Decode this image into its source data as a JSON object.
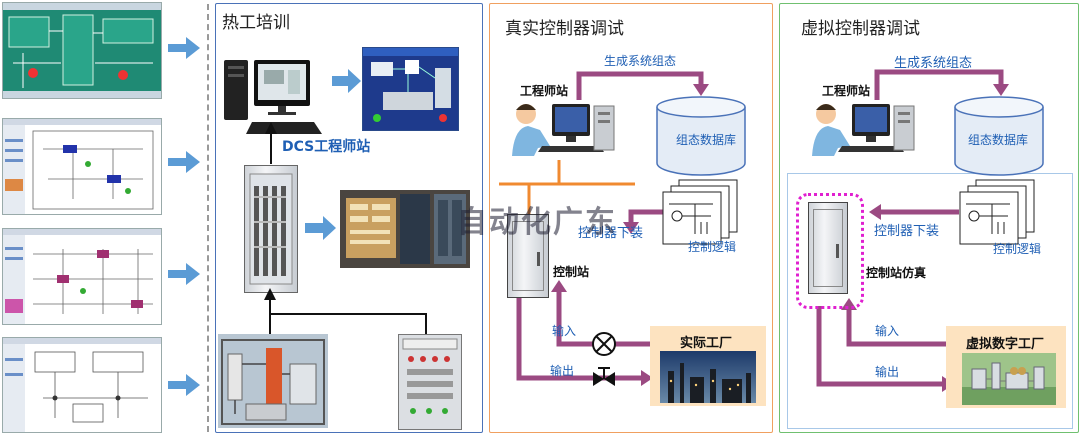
{
  "left_panel": {
    "title": "热工培训",
    "dcs_label": "DCS工程师站"
  },
  "middle_panel": {
    "title": "真实控制器调试",
    "generate_config": "生成系统组态",
    "engineer_station": "工程师站",
    "config_db": "组态数据库",
    "controller_download": "控制器下装",
    "control_logic": "控制逻辑",
    "control_station": "控制站",
    "input": "输入",
    "output": "输出",
    "real_plant": "实际工厂"
  },
  "right_panel": {
    "title": "虚拟控制器调试",
    "generate_config": "生成系统组态",
    "engineer_station": "工程师站",
    "config_db": "组态数据库",
    "controller_download": "控制器下装",
    "control_logic": "控制逻辑",
    "control_station_sim": "控制站仿真",
    "input": "输入",
    "output": "输出",
    "virtual_plant": "虚拟数字工厂"
  },
  "watermark": "自动化广东",
  "colors": {
    "left_border": "#4a72b8",
    "middle_border": "#f0a060",
    "right_border": "#70c070",
    "flow_arrow": "#9b4a82",
    "block_arrow": "#5b9bd5",
    "orange_bus": "#f08a30",
    "sim_dots": "#e020d0"
  }
}
